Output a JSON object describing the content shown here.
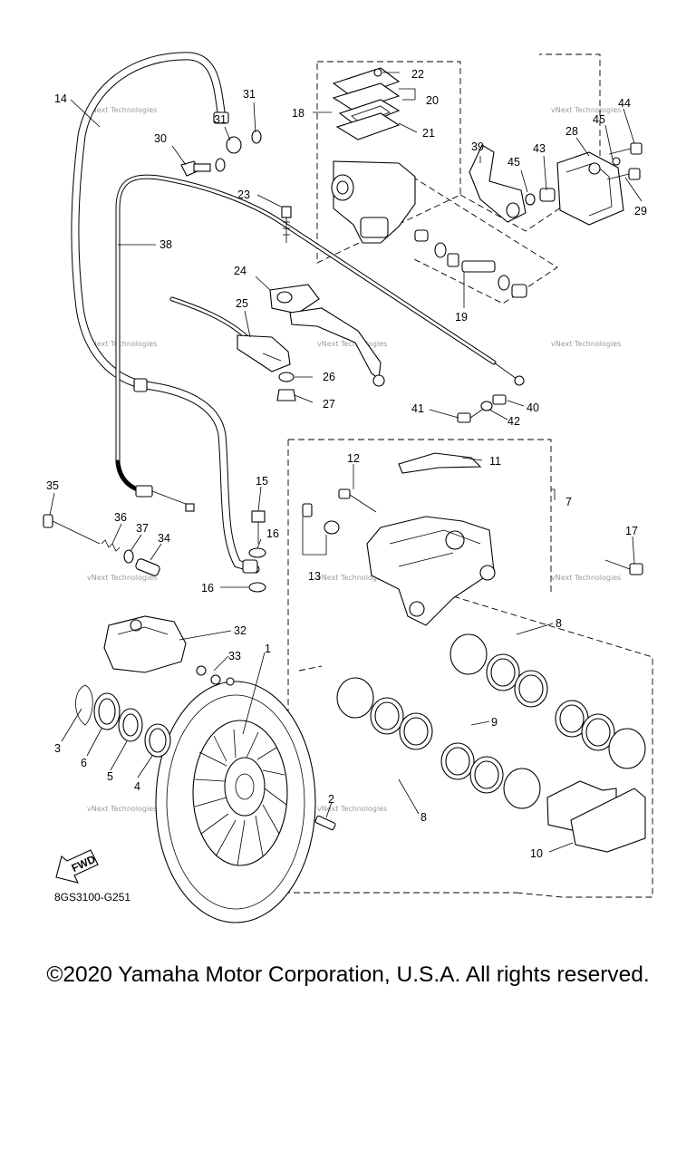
{
  "diagram_code": "8GS3100-G251",
  "fwd_label": "FWD",
  "copyright": "©2020 Yamaha Motor Corporation, U.S.A. All rights reserved.",
  "watermark": "vNext Technologies",
  "callouts": [
    "1",
    "2",
    "3",
    "4",
    "5",
    "6",
    "7",
    "8",
    "8",
    "9",
    "10",
    "11",
    "12",
    "13",
    "14",
    "15",
    "16",
    "16",
    "17",
    "18",
    "19",
    "20",
    "21",
    "22",
    "23",
    "24",
    "25",
    "26",
    "27",
    "28",
    "29",
    "30",
    "31",
    "31",
    "32",
    "33",
    "34",
    "35",
    "36",
    "37",
    "38",
    "39",
    "40",
    "41",
    "42",
    "43",
    "44",
    "45",
    "45"
  ]
}
